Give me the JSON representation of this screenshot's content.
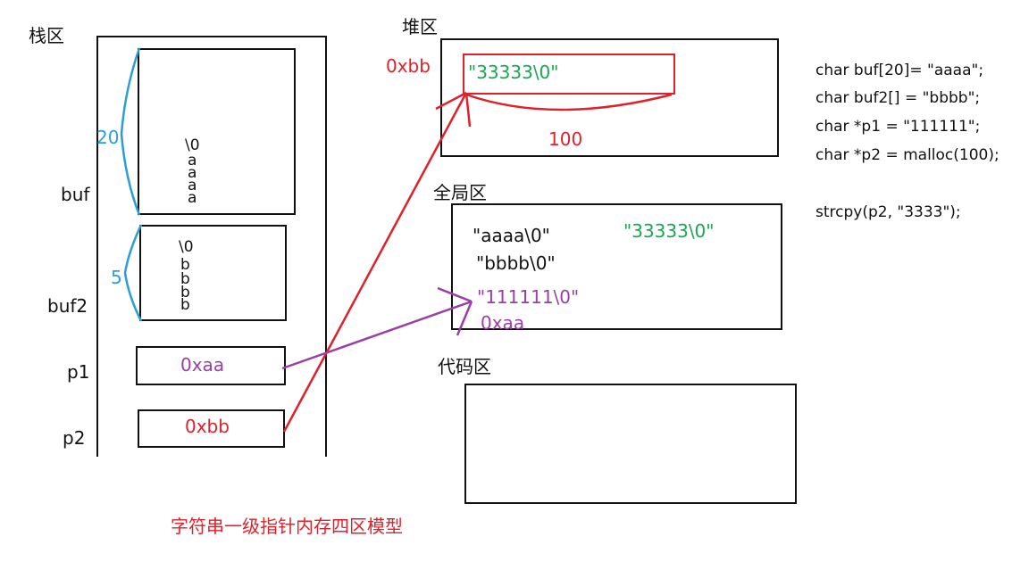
{
  "title": "字符串一级指针内存四区模型",
  "stack": {
    "label": "栈区",
    "buf": {
      "name": "buf",
      "size": "20",
      "chars": [
        "\\0",
        "a",
        "a",
        "a",
        "a"
      ]
    },
    "buf2": {
      "name": "buf2",
      "size": "5",
      "chars": [
        "\\0",
        "b",
        "b",
        "b",
        "b"
      ]
    },
    "p1": {
      "name": "p1",
      "value": "0xaa"
    },
    "p2": {
      "name": "p2",
      "value": "0xbb"
    }
  },
  "heap": {
    "label": "堆区",
    "address": "0xbb",
    "content": "\"33333\\0\"",
    "size": "100"
  },
  "global": {
    "label": "全局区",
    "strings": [
      "\"aaaa\\0\"",
      "\"bbbb\\0\"",
      "\"33333\\0\""
    ],
    "p1_target": "\"111111\\0\"",
    "p1_address": "0xaa"
  },
  "code": {
    "label": "代码区"
  },
  "code_lines": [
    "char buf[20]= \"aaaa\";",
    "char buf2[] = \"bbbb\";",
    "char *p1 = \"111111\";",
    "char *p2 = malloc(100);",
    "",
    "strcpy(p2, \"3333\");"
  ],
  "colors": {
    "pointer_p1": "#9b3fa6",
    "pointer_p2": "#e0202a",
    "size_brace": "#2a9fd6",
    "heap_string": "#1aa653"
  }
}
